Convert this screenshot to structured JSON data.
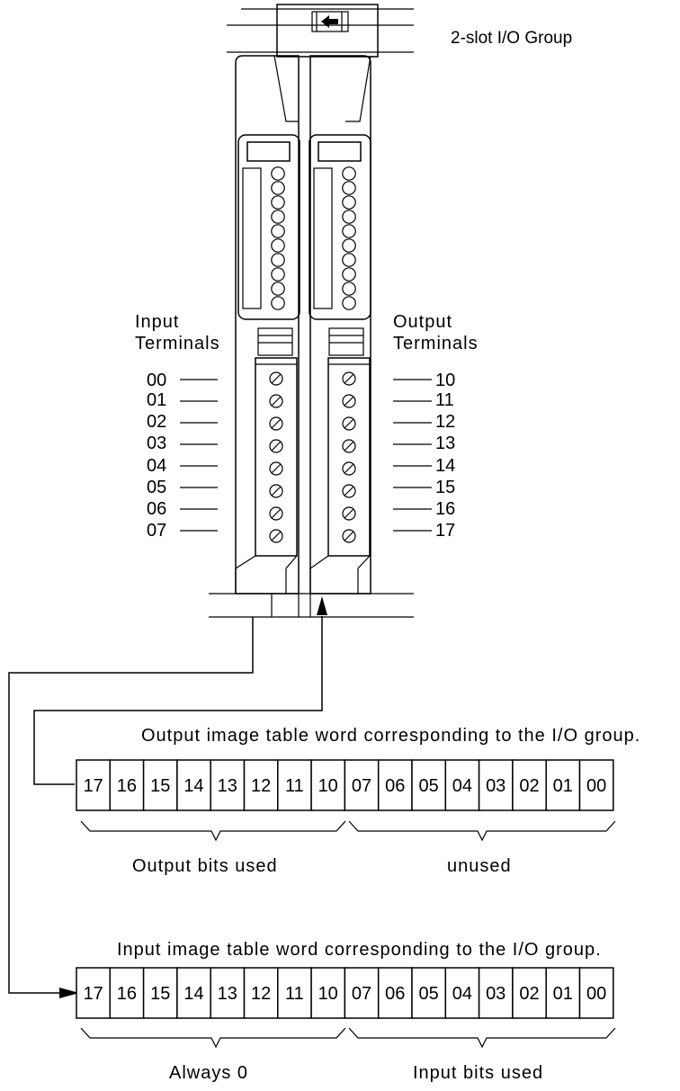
{
  "group_label": "2-slot I/O Group",
  "input_terminals_label": [
    "Input",
    "Terminals"
  ],
  "output_terminals_label": [
    "Output",
    "Terminals"
  ],
  "input_terminals": [
    "00",
    "01",
    "02",
    "03",
    "04",
    "05",
    "06",
    "07"
  ],
  "output_terminals": [
    "10",
    "11",
    "12",
    "13",
    "14",
    "15",
    "16",
    "17"
  ],
  "output_table": {
    "title": "Output image table word corresponding to the I/O group.",
    "bits": [
      "17",
      "16",
      "15",
      "14",
      "13",
      "12",
      "11",
      "10",
      "07",
      "06",
      "05",
      "04",
      "03",
      "02",
      "01",
      "00"
    ],
    "left_brace_label": "Output bits used",
    "right_brace_label": "unused"
  },
  "input_table": {
    "title": "Input image table word corresponding to the I/O group.",
    "bits": [
      "17",
      "16",
      "15",
      "14",
      "13",
      "12",
      "11",
      "10",
      "07",
      "06",
      "05",
      "04",
      "03",
      "02",
      "01",
      "00"
    ],
    "left_brace_label": "Always 0",
    "right_brace_label": "Input bits used"
  }
}
